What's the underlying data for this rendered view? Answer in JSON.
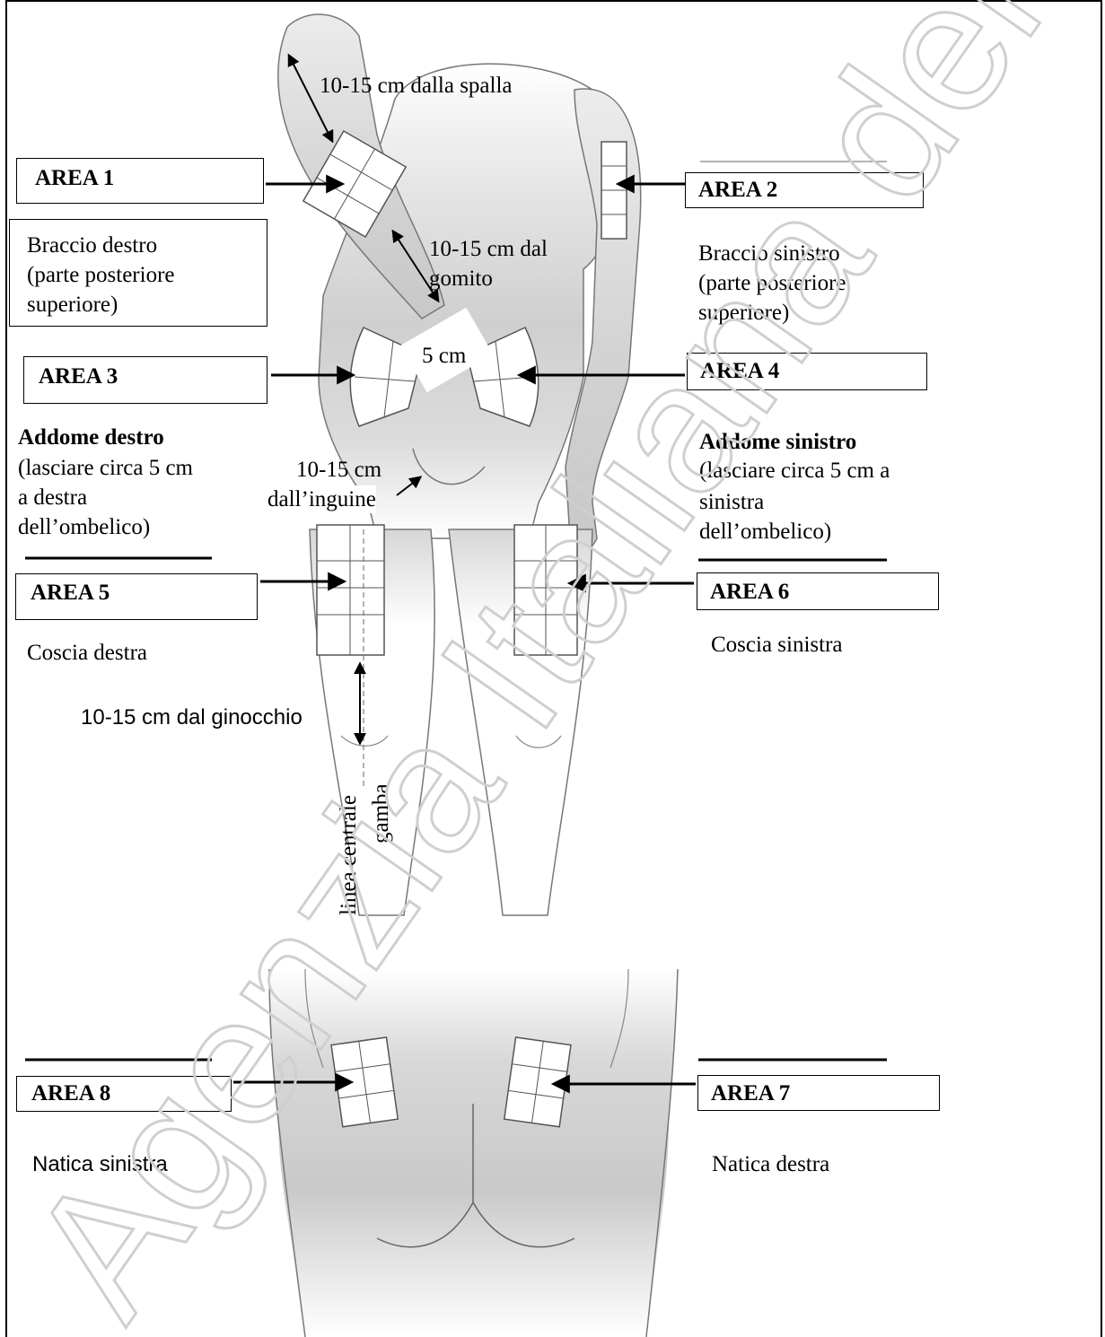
{
  "areas": {
    "area1": "AREA 1",
    "area2": "AREA 2",
    "area3": "AREA 3",
    "area4": "AREA 4",
    "area5": "AREA 5",
    "area6": "AREA 6",
    "area7": "AREA 7",
    "area8": "AREA 8"
  },
  "labels": {
    "right_arm": [
      "Braccio destro",
      "(parte posteriore",
      "superiore)"
    ],
    "left_arm": [
      "Braccio sinistro",
      "(parte posteriore",
      "superiore)"
    ],
    "right_abdomen_title": "Addome destro",
    "right_abdomen_note": [
      "(lasciare circa 5 cm",
      "a destra",
      "dell’ombelico)"
    ],
    "left_abdomen_title": "Addome sinistro",
    "left_abdomen_note": [
      "(lasciare circa 5 cm a",
      "sinistra",
      "dell’ombelico)"
    ],
    "right_thigh": "Coscia destra",
    "left_thigh": "Coscia sinistra",
    "left_buttock": "Natica sinistra",
    "right_buttock": "Natica destra"
  },
  "measurements": {
    "from_shoulder": "10-15 cm dalla spalla",
    "from_elbow": [
      "10-15 cm dal",
      "gomito"
    ],
    "navel_gap": "5 cm",
    "from_groin": [
      "10-15 cm",
      "dall’inguine"
    ],
    "from_knee": "10-15 cm dal ginocchio",
    "leg_centerline": [
      "linea centrale",
      "gamba"
    ]
  },
  "watermark": {
    "text": "Agenzia Italiana del Farmaco",
    "color": "#cfcfcf"
  }
}
